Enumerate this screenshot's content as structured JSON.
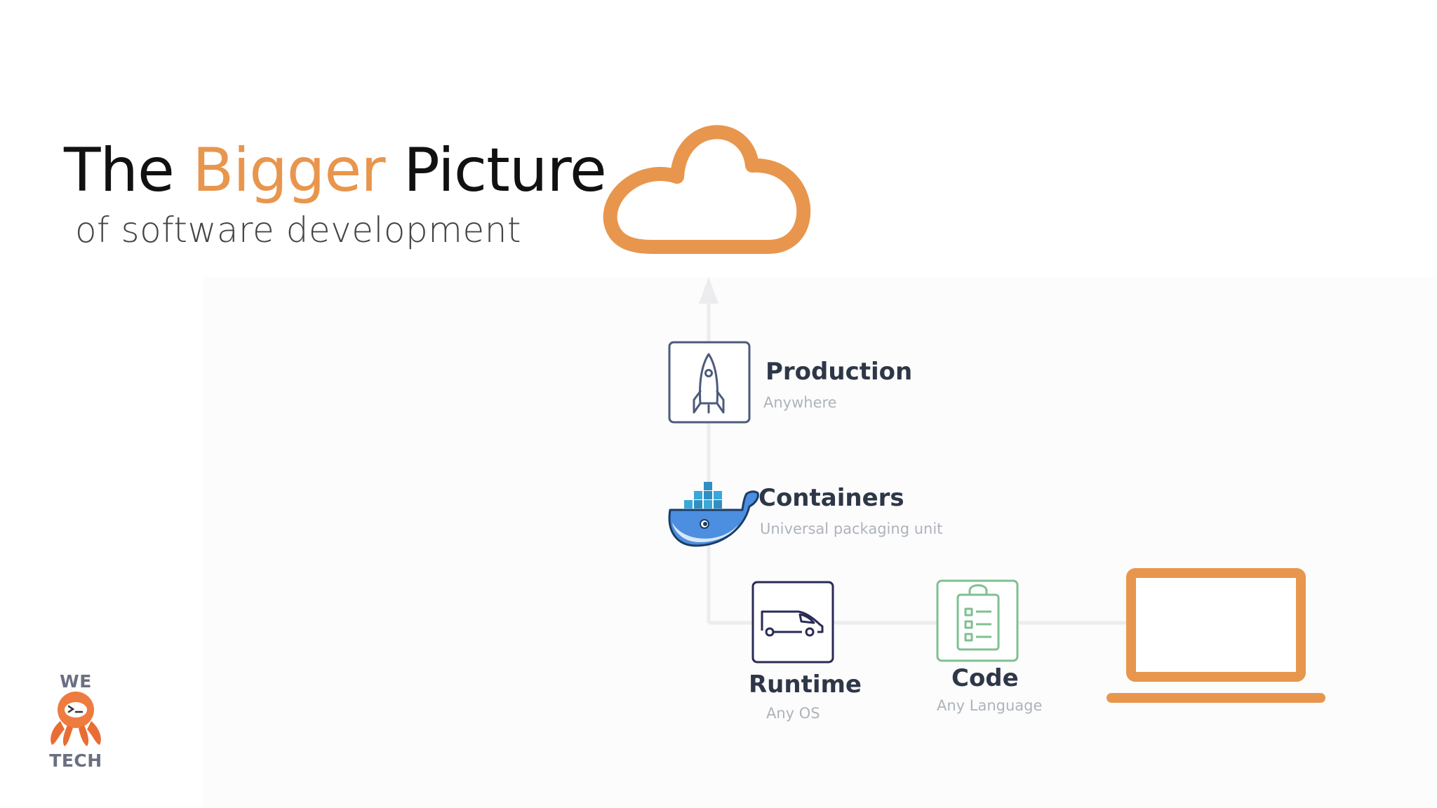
{
  "title": {
    "part1": "The",
    "accent": "Bigger",
    "part2": "Picture",
    "subtitle": "of software development"
  },
  "colors": {
    "accent": "#e8964d",
    "node_border": "#4e5a7c",
    "runtime_border": "#2a2b55",
    "code_border": "#7fc090",
    "connector": "#ececef"
  },
  "diagram": {
    "cloud": {
      "icon": "cloud-icon"
    },
    "production": {
      "title": "Production",
      "subtitle": "Anywhere",
      "icon": "rocket-icon"
    },
    "containers": {
      "title": "Containers",
      "subtitle": "Universal packaging unit",
      "icon": "docker-whale-icon"
    },
    "runtime": {
      "title": "Runtime",
      "subtitle": "Any OS",
      "icon": "van-icon"
    },
    "code": {
      "title": "Code",
      "subtitle": "Any Language",
      "icon": "clipboard-list-icon"
    },
    "laptop": {
      "icon": "laptop-icon"
    }
  },
  "logo": {
    "top": "WE",
    "bottom": "TECH",
    "icon": "octopus-icon"
  }
}
